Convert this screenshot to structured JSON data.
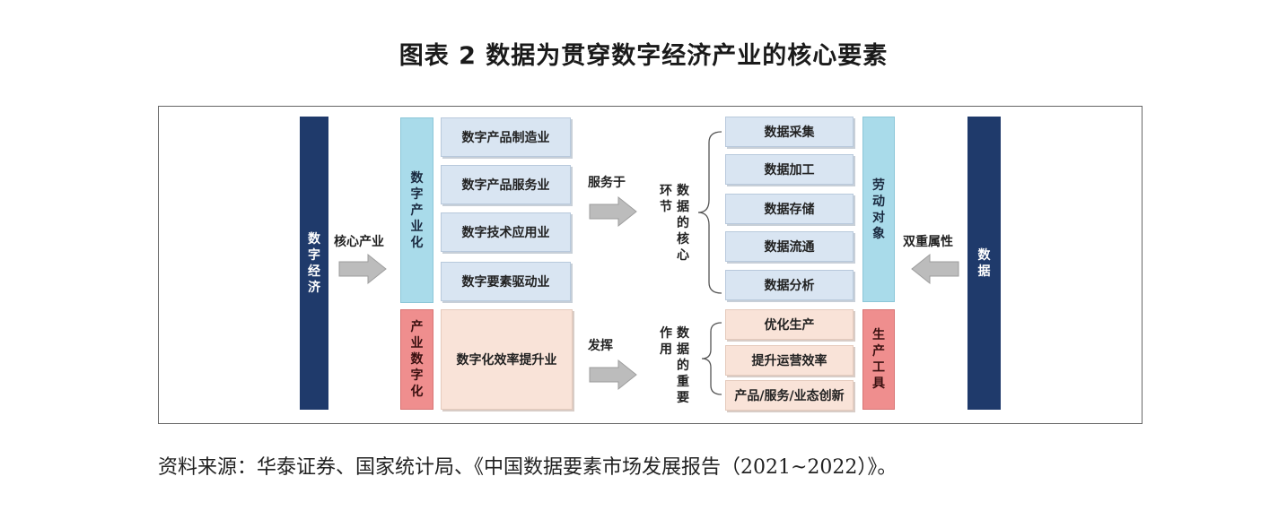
{
  "title": "图表 2  数据为贯穿数字经济产业的核心要素",
  "left_bar": [
    "数",
    "字",
    "经",
    "济"
  ],
  "core_industry_label": "核心产业",
  "digital_industrialization": [
    "数",
    "字",
    "产",
    "业",
    "化"
  ],
  "industry_items": [
    "数字产品制造业",
    "数字产品服务业",
    "数字技术应用业",
    "数字要素驱动业"
  ],
  "industrial_digitalization": [
    "产",
    "业",
    "数",
    "字",
    "化"
  ],
  "efficiency_item": "数字化效率提升业",
  "serves_label": "服务于",
  "exert_label": "发挥",
  "core_stage_label": {
    "col1": [
      "环",
      "节"
    ],
    "col2": [
      "数",
      "据",
      "的",
      "核",
      "心"
    ]
  },
  "important_role_label": {
    "col1": [
      "作",
      "用"
    ],
    "col2": [
      "数",
      "据",
      "的",
      "重",
      "要"
    ]
  },
  "data_stages": [
    "数据采集",
    "数据加工",
    "数据存储",
    "数据流通",
    "数据分析"
  ],
  "roles": [
    "优化生产",
    "提升运营效率",
    "产品/服务/业态创新"
  ],
  "labor_object": [
    "劳",
    "动",
    "对",
    "象"
  ],
  "production_tool": [
    "生",
    "产",
    "工",
    "具"
  ],
  "dual_attribute_label": "双重属性",
  "right_bar": [
    "数",
    "据"
  ],
  "source": "资料来源：华泰证券、国家统计局、《中国数据要素市场发展报告（2021~2022）》。",
  "colors": {
    "navy": "#1f3a6b",
    "light_blue": "#a9dbea",
    "pink": "#ef8e8e",
    "box_blue": "#d9e5f2",
    "box_peach": "#f9e3d8",
    "arrow_gray": "#bcbcbc"
  }
}
